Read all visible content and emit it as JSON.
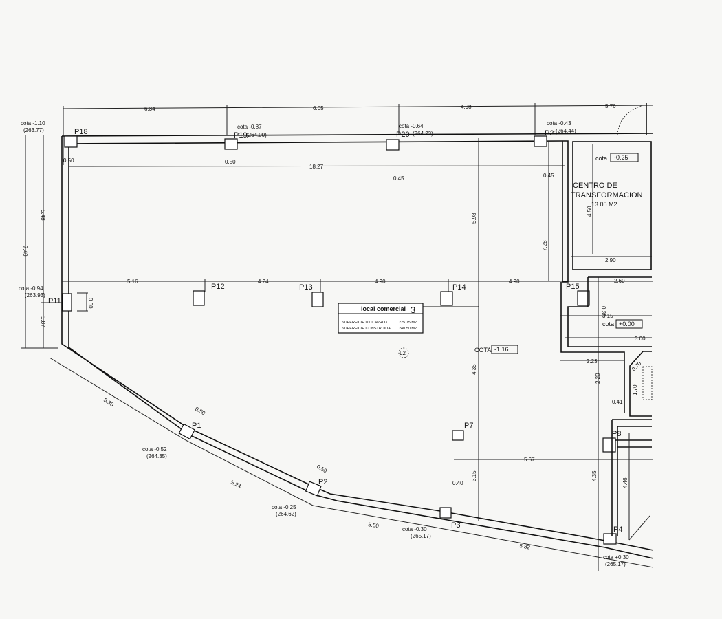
{
  "top_dims": [
    "6.34",
    "6.05",
    "4.98",
    "5.76"
  ],
  "overall_dim": "18.27",
  "left_dims": {
    "total": "7.40",
    "upper": "5.48",
    "lower": "1.87"
  },
  "mid_dims": [
    "5.16",
    "4.24",
    "4.90",
    "4.90"
  ],
  "vertical_dims": {
    "upper": "5.98",
    "middle": "4.35",
    "lower": "3.15",
    "p8": "4.35",
    "right": "4.46",
    "p11_width": "0.60"
  },
  "column_widths": {
    "p18": "0.50",
    "p19": "0.50",
    "p20": "0.45",
    "p21": "0.45",
    "p1": "0.50",
    "p2": "0.50",
    "p3": "0.40"
  },
  "bottom_dims": [
    "5.30",
    "5.24",
    "5.50",
    "5.82",
    "5.67"
  ],
  "columns": [
    "P18",
    "P19",
    "P20",
    "P21",
    "P11",
    "P12",
    "P13",
    "P14",
    "P15",
    "P7",
    "P8",
    "P1",
    "P2",
    "P3",
    "P4"
  ],
  "levels": {
    "p18": {
      "cota": "cota -1.10",
      "abs": "(263.77)"
    },
    "p19": {
      "cota": "cota -0.87",
      "abs": "(264.00)"
    },
    "p20": {
      "cota": "cota -0.64",
      "abs": "(264.23)"
    },
    "p21": {
      "cota": "cota -0.43",
      "abs": "(264.44)"
    },
    "p11": {
      "cota": "cota -0.94",
      "abs": "(263.93)"
    },
    "p1": {
      "cota": "cota -0.52",
      "abs": "(264.35)"
    },
    "p2": {
      "cota": "cota -0.25",
      "abs": "(264.62)"
    },
    "p3": {
      "cota": "cota -0.30",
      "abs": "(265.17)"
    },
    "p4": {
      "cota": "cota +0.30",
      "abs": "(265.17)"
    }
  },
  "transformer": {
    "title1": "CENTRO DE",
    "title2": "TRANSFORMACION",
    "area": "13.05 M2",
    "cota_label": "cota",
    "cota_value": "-0.25",
    "height": "4.50",
    "width": "2.90",
    "dim_right": "7.28"
  },
  "stair_room": {
    "cota_label": "cota",
    "cota_value": "+0.00",
    "dims": [
      "2.60",
      "3.15",
      "3.00",
      "2.23",
      "2.20",
      "1.70",
      "0.41",
      "0.38",
      "0.70"
    ]
  },
  "local": {
    "title": "local comercial",
    "number": "3",
    "rows": [
      {
        "label": "SUPERFICIE UTIL APROX.",
        "value": "225.75 M2"
      },
      {
        "label": "SUPERFICIE CONSTRUIDA",
        "value": "240.50 M2"
      }
    ],
    "cota_label": "COTA",
    "cota_value": "-1.16",
    "tag": "L2"
  }
}
